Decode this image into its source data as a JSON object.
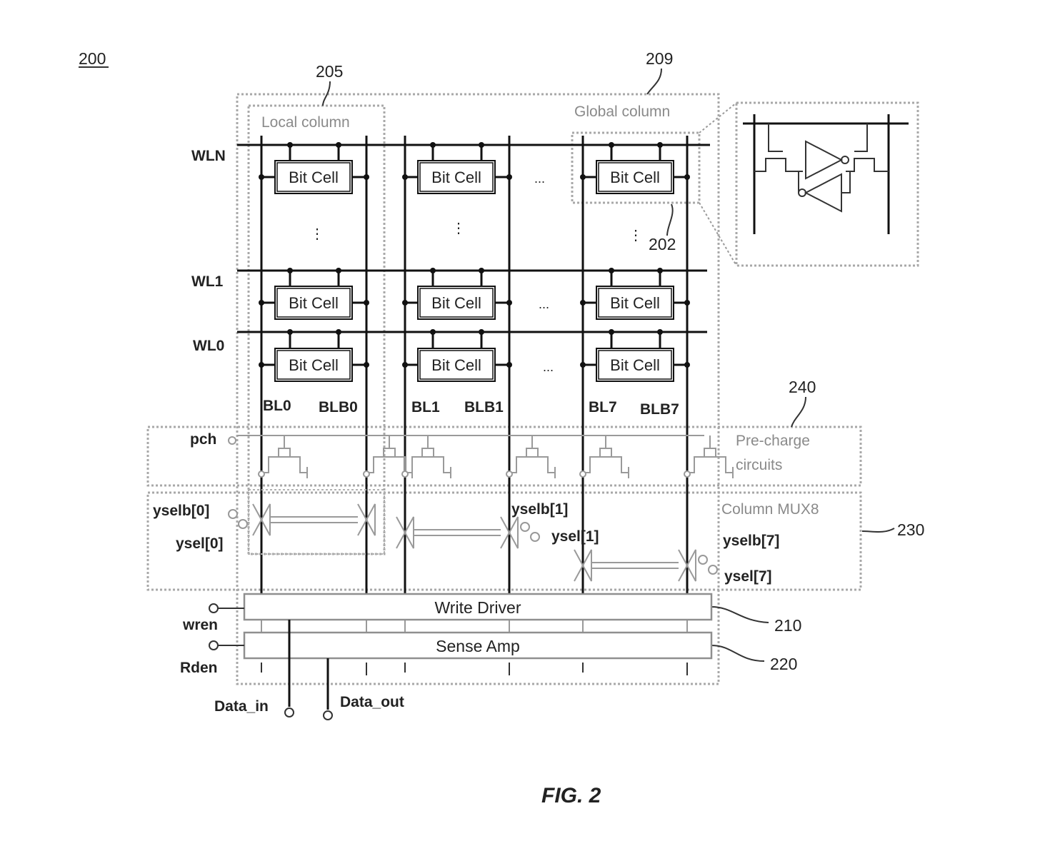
{
  "figure_ref": "200",
  "caption": "FIG. 2",
  "refs": {
    "local_column": "205",
    "global_column": "209",
    "bit_cell": "202",
    "precharge": "240",
    "column_mux": "230",
    "write_driver": "210",
    "sense_amp": "220"
  },
  "boxes": {
    "local_column": "Local column",
    "global_column": "Global column",
    "precharge_line1": "Pre-charge",
    "precharge_line2": "circuits",
    "column_mux": "Column MUX8",
    "write_driver": "Write Driver",
    "sense_amp": "Sense Amp"
  },
  "bit_cell_label": "Bit Cell",
  "wordlines": [
    "WLN",
    "WL1",
    "WL0"
  ],
  "bitlines": [
    "BL0",
    "BLB0",
    "BL1",
    "BLB1",
    "BL7",
    "BLB7"
  ],
  "signals": {
    "pch": "pch",
    "yselb0": "yselb[0]",
    "ysel0": "ysel[0]",
    "yselb1": "yselb[1]",
    "ysel1": "ysel[1]",
    "yselb7": "yselb[7]",
    "ysel7": "ysel[7]",
    "wren": "wren",
    "rden": "Rden",
    "data_in": "Data_in",
    "data_out": "Data_out"
  },
  "ellipsis_h": "...",
  "ellipsis_v": "⋮"
}
